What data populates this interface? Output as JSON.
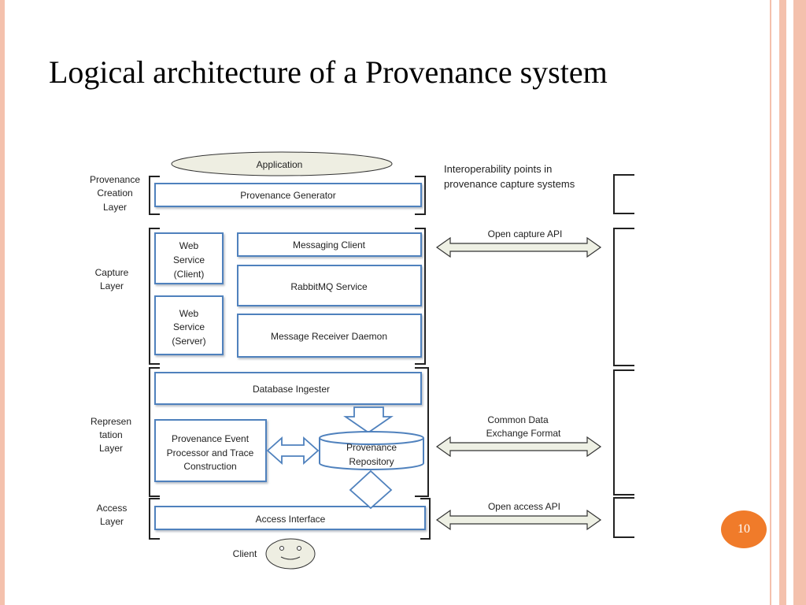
{
  "slide": {
    "title": "Logical architecture of a Provenance system",
    "page_number": "10"
  },
  "diagram": {
    "application": "Application",
    "client": "Client",
    "layers": {
      "creation": [
        "Provenance",
        "Creation",
        "Layer"
      ],
      "capture": [
        "Capture",
        "Layer"
      ],
      "representation": [
        "Represen",
        "tation",
        "Layer"
      ],
      "access": [
        "Access",
        "Layer"
      ]
    },
    "boxes": {
      "provenance_generator": "Provenance Generator",
      "web_service_client": [
        "Web",
        "Service",
        "(Client)"
      ],
      "web_service_server": [
        "Web",
        "Service",
        "(Server)"
      ],
      "messaging_client": "Messaging Client",
      "rabbitmq_service": "RabbitMQ Service",
      "message_receiver_daemon": "Message Receiver Daemon",
      "database_ingester": "Database Ingester",
      "event_processor": [
        "Provenance Event",
        "Processor and Trace",
        "Construction"
      ],
      "provenance_repository": [
        "Provenance",
        "Repository"
      ],
      "access_interface": "Access Interface"
    },
    "interoperability": {
      "heading": [
        "Interoperability points in",
        "provenance capture systems"
      ],
      "capture_api": "Open capture API",
      "common_format": [
        "Common Data",
        "Exchange Format"
      ],
      "access_api": "Open access API"
    }
  }
}
